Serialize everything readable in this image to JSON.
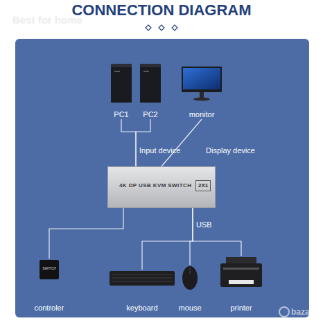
{
  "diagram": {
    "title": "CONNECTION DIAGRAM",
    "nodes": [
      {
        "text": [
          "PC1"
        ]
      },
      {
        "text": [
          "PC2"
        ]
      },
      {
        "text": [
          "monitor"
        ]
      },
      {
        "text": [
          "4K DP USB KVM SWITCH",
          "2X1"
        ]
      },
      {
        "text": [
          "SWITCH",
          "controler"
        ]
      },
      {
        "text": [
          "keyboard"
        ]
      },
      {
        "text": [
          "mouse"
        ]
      },
      {
        "text": [
          "printer"
        ]
      }
    ],
    "edges": [
      {
        "from": 0,
        "to": 3,
        "label": "Input device",
        "arrow": "none"
      },
      {
        "from": 1,
        "to": 3,
        "arrow": "none"
      },
      {
        "from": 2,
        "to": 3,
        "label": "Display device",
        "arrow": "none"
      },
      {
        "from": 3,
        "to": 4,
        "arrow": "none"
      },
      {
        "from": 3,
        "to": 5,
        "label": "USB",
        "arrow": "none"
      },
      {
        "from": 3,
        "to": 6,
        "arrow": "none"
      },
      {
        "from": 3,
        "to": 7,
        "arrow": "none"
      }
    ],
    "labels": [
      "Best for home",
      "bazar"
    ]
  }
}
